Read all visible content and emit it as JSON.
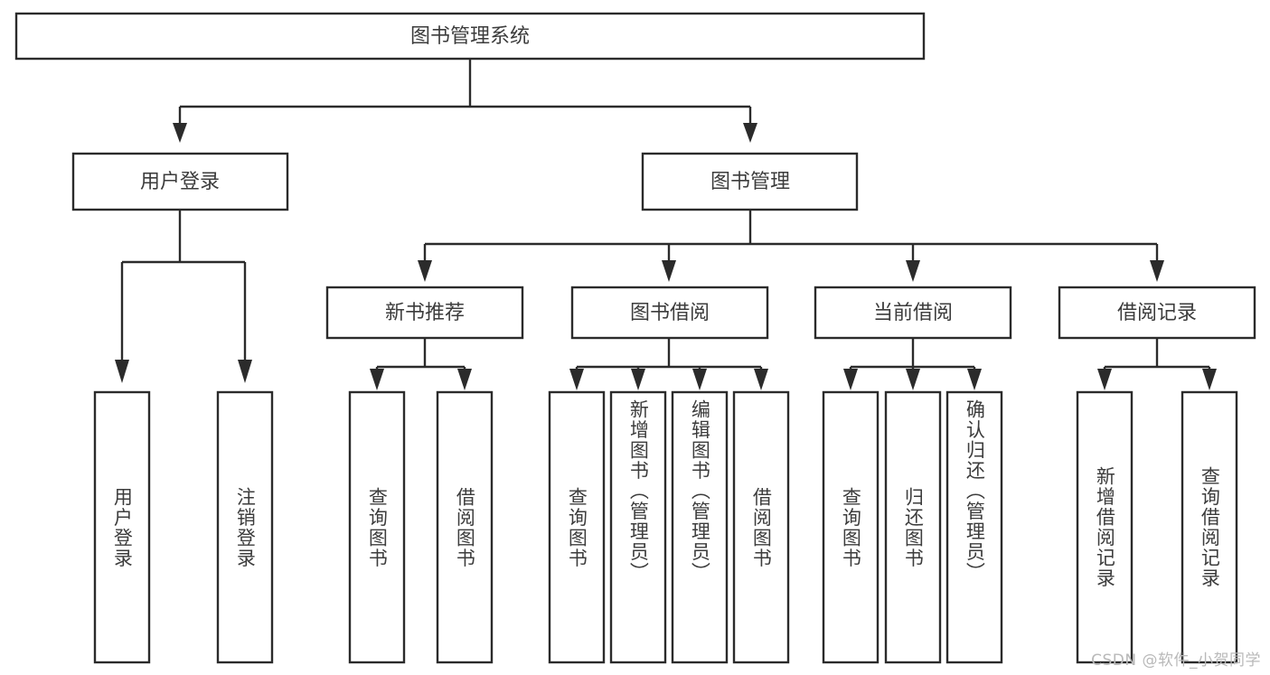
{
  "diagram": {
    "title": "图书管理系统",
    "type": "tree-hierarchy",
    "background_color": "#ffffff",
    "line_color": "#2b2b2b",
    "text_color": "#3c3c3c",
    "nodes": {
      "root": {
        "label": "图书管理系统",
        "level": 1,
        "orientation": "horizontal"
      },
      "l2": [
        {
          "label": "用户登录",
          "level": 2,
          "orientation": "horizontal"
        },
        {
          "label": "图书管理",
          "level": 2,
          "orientation": "horizontal"
        }
      ],
      "l3": [
        {
          "label": "新书推荐",
          "level": 3,
          "orientation": "horizontal"
        },
        {
          "label": "图书借阅",
          "level": 3,
          "orientation": "horizontal"
        },
        {
          "label": "当前借阅",
          "level": 3,
          "orientation": "horizontal"
        },
        {
          "label": "借阅记录",
          "level": 3,
          "orientation": "horizontal"
        }
      ],
      "leaves": [
        {
          "label": "用户登录",
          "parent": "用户登录",
          "orientation": "vertical"
        },
        {
          "label": "注销登录",
          "parent": "用户登录",
          "orientation": "vertical"
        },
        {
          "label": "查询图书",
          "parent": "新书推荐",
          "orientation": "vertical"
        },
        {
          "label": "借阅图书",
          "parent": "新书推荐",
          "orientation": "vertical"
        },
        {
          "label": "查询图书",
          "parent": "图书借阅",
          "orientation": "vertical"
        },
        {
          "label": "新增图书（管理员）",
          "parent": "图书借阅",
          "orientation": "vertical"
        },
        {
          "label": "编辑图书（管理员）",
          "parent": "图书借阅",
          "orientation": "vertical"
        },
        {
          "label": "借阅图书",
          "parent": "图书借阅",
          "orientation": "vertical"
        },
        {
          "label": "查询图书",
          "parent": "当前借阅",
          "orientation": "vertical"
        },
        {
          "label": "归还图书",
          "parent": "当前借阅",
          "orientation": "vertical"
        },
        {
          "label": "确认归还（管理员）",
          "parent": "当前借阅",
          "orientation": "vertical"
        },
        {
          "label": "新增借阅记录",
          "parent": "借阅记录",
          "orientation": "vertical"
        },
        {
          "label": "查询借阅记录",
          "parent": "借阅记录",
          "orientation": "vertical"
        }
      ]
    }
  },
  "watermark": {
    "text": "CSDN @软件_小贺同学"
  }
}
